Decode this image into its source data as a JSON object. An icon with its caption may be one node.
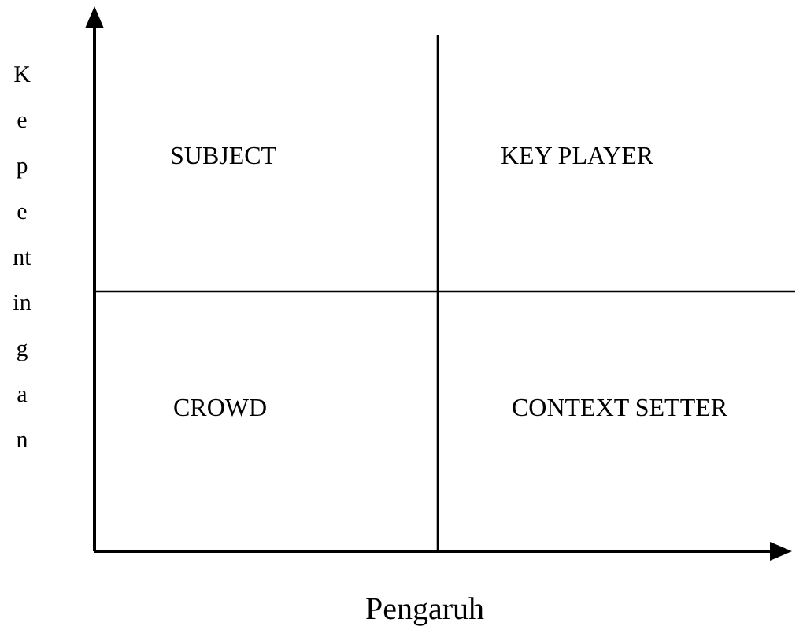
{
  "diagram": {
    "labels": [
      "Kepentingan",
      "SUBJECT",
      "KEY PLAYER",
      "CROWD",
      "CONTEXT SETTER",
      "Pengaruh"
    ]
  }
}
